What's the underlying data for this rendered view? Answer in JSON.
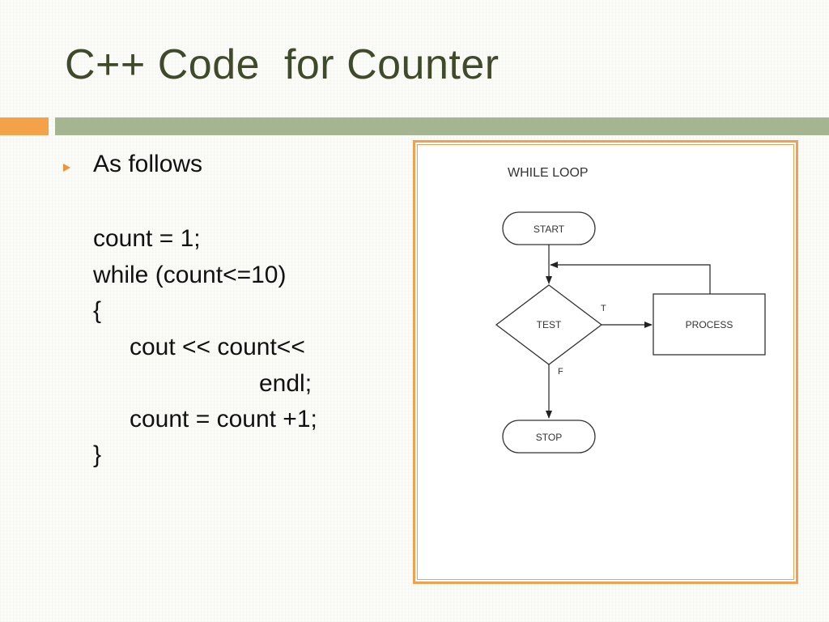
{
  "slide": {
    "title": "C++ Code  for Counter",
    "bullet": "As follows",
    "code_lines": [
      "count = 1;",
      "while (count<=10)",
      "{",
      "cout << count<<",
      "endl;",
      "count = count +1;",
      "}"
    ]
  },
  "diagram": {
    "title": "WHILE LOOP",
    "start": "START",
    "test": "TEST",
    "process": "PROCESS",
    "stop": "STOP",
    "true_label": "T",
    "false_label": "F"
  },
  "colors": {
    "title": "#3f4a2a",
    "accent_orange": "#f4a24a",
    "accent_green": "#a5b592",
    "frame_border": "#f0a050"
  }
}
